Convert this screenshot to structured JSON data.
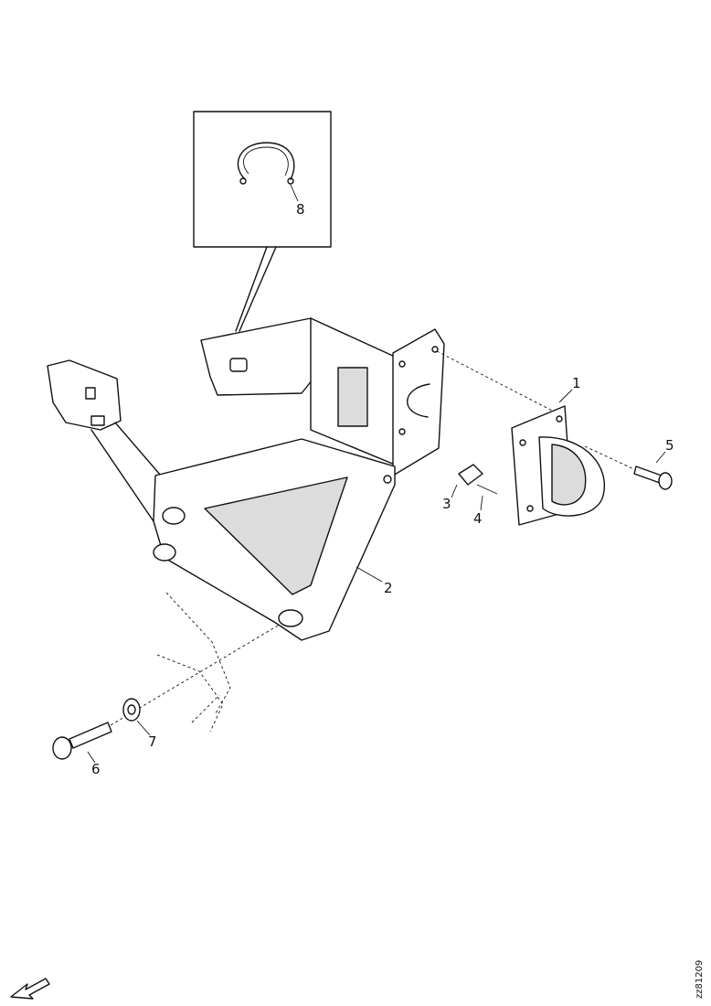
{
  "callouts": {
    "p1": "1",
    "p2": "2",
    "p3": "3",
    "p4": "4",
    "p5": "5",
    "p6": "6",
    "p7": "7",
    "p8": "8"
  },
  "drawing_ref": "zz81209",
  "icons": {
    "orientation": "direction-arrow-icon"
  }
}
